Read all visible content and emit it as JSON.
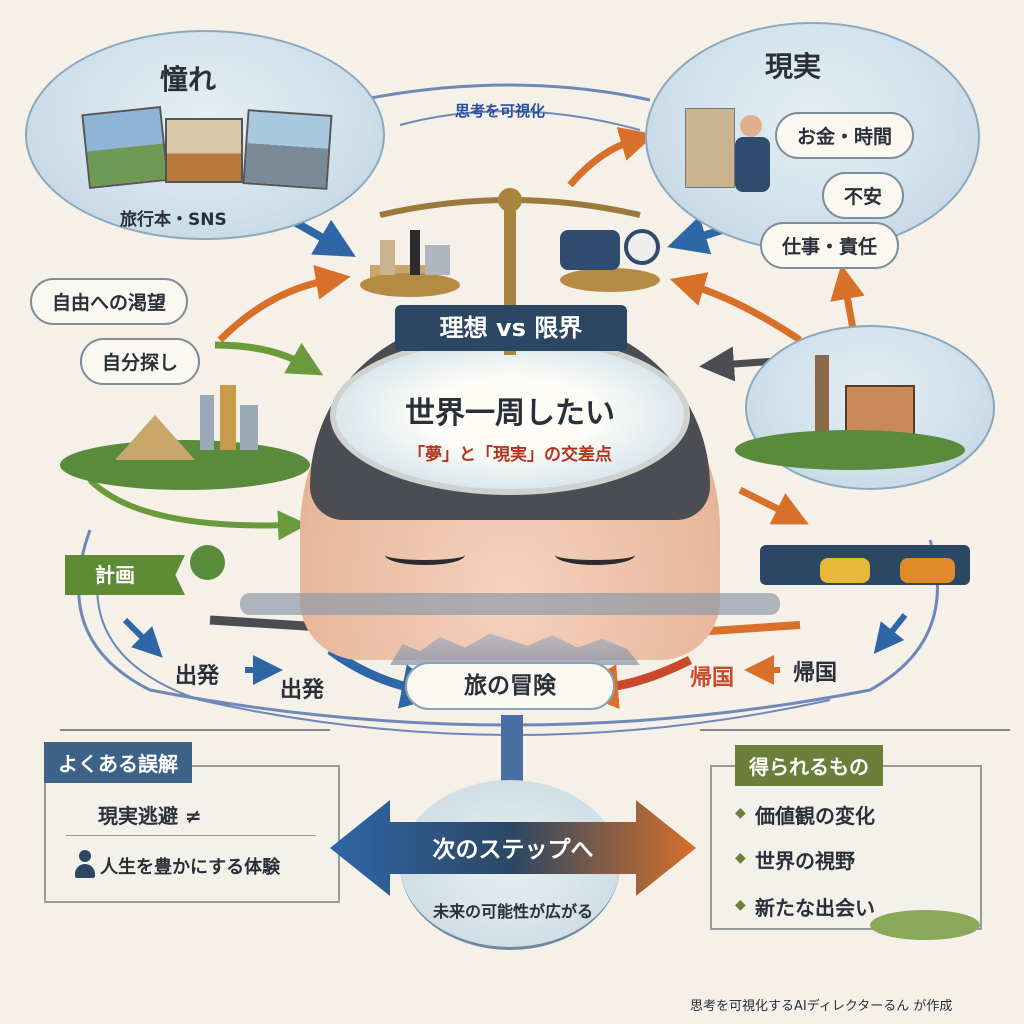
{
  "top_arc_label": "思考を可視化",
  "longing": {
    "title": "憧れ",
    "source": "旅行本・SNS",
    "bubbles": [
      "自由への渇望",
      "自分探し"
    ]
  },
  "reality": {
    "title": "現実",
    "items": [
      "お金・時間",
      "不安",
      "仕事・責任"
    ]
  },
  "center": {
    "banner": "理想 vs 限界",
    "headline": "世界一周したい",
    "subline": "「夢」と「現実」の交差点"
  },
  "journey": {
    "plan": "計画",
    "depart1": "出発",
    "depart2": "出発",
    "adventure": "旅の冒険",
    "return1": "帰国",
    "return2": "帰国"
  },
  "misconception": {
    "header": "よくある誤解",
    "items": [
      "現実逃避 ≠",
      "人生を豊かにする体験"
    ]
  },
  "next_step": {
    "label": "次のステップへ",
    "sub": "未来の可能性が広がる"
  },
  "gains": {
    "header": "得られるもの",
    "items": [
      "価値観の変化",
      "世界の視野",
      "新たな出会い"
    ]
  },
  "footer": "思考を可視化するAIディレクターるん が作成",
  "colors": {
    "navy": "#2c4763",
    "olive": "#6b7f3a",
    "orange": "#d8702a",
    "blue": "#2f66a8"
  }
}
